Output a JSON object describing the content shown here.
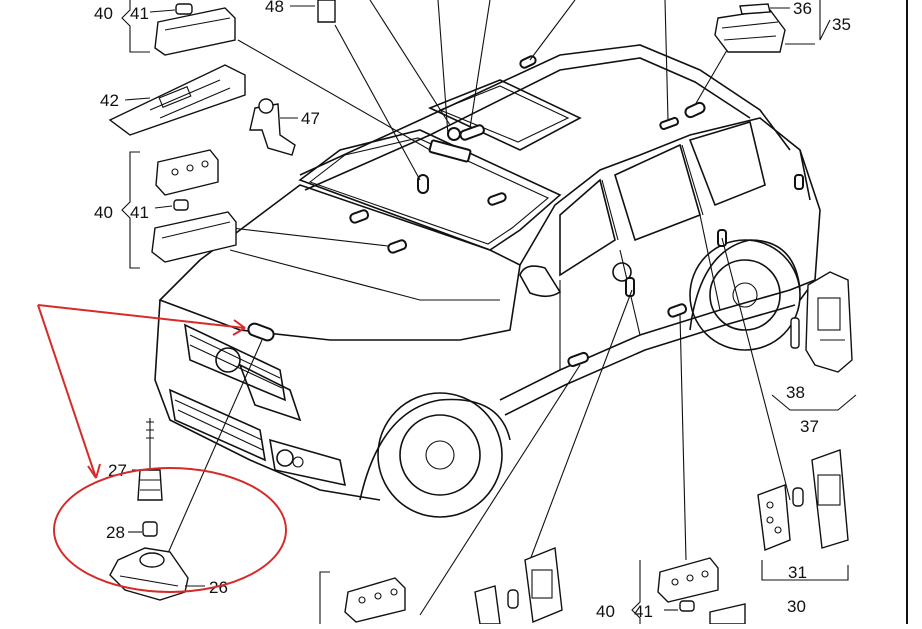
{
  "diagram": {
    "callouts": [
      {
        "id": "c40a",
        "text": "40"
      },
      {
        "id": "c41a",
        "text": "41"
      },
      {
        "id": "c48",
        "text": "48"
      },
      {
        "id": "c36",
        "text": "36"
      },
      {
        "id": "c35",
        "text": "35"
      },
      {
        "id": "c42",
        "text": "42"
      },
      {
        "id": "c47",
        "text": "47"
      },
      {
        "id": "c40b",
        "text": "40"
      },
      {
        "id": "c41b",
        "text": "41"
      },
      {
        "id": "c27",
        "text": "27"
      },
      {
        "id": "c28",
        "text": "28"
      },
      {
        "id": "c26",
        "text": "26"
      },
      {
        "id": "c38",
        "text": "38"
      },
      {
        "id": "c37",
        "text": "37"
      },
      {
        "id": "c31",
        "text": "31"
      },
      {
        "id": "c30",
        "text": "30"
      },
      {
        "id": "c40c",
        "text": "40"
      },
      {
        "id": "c41c",
        "text": "41"
      }
    ],
    "annotation_color": "#d62b2b",
    "line_color": "#111111"
  }
}
